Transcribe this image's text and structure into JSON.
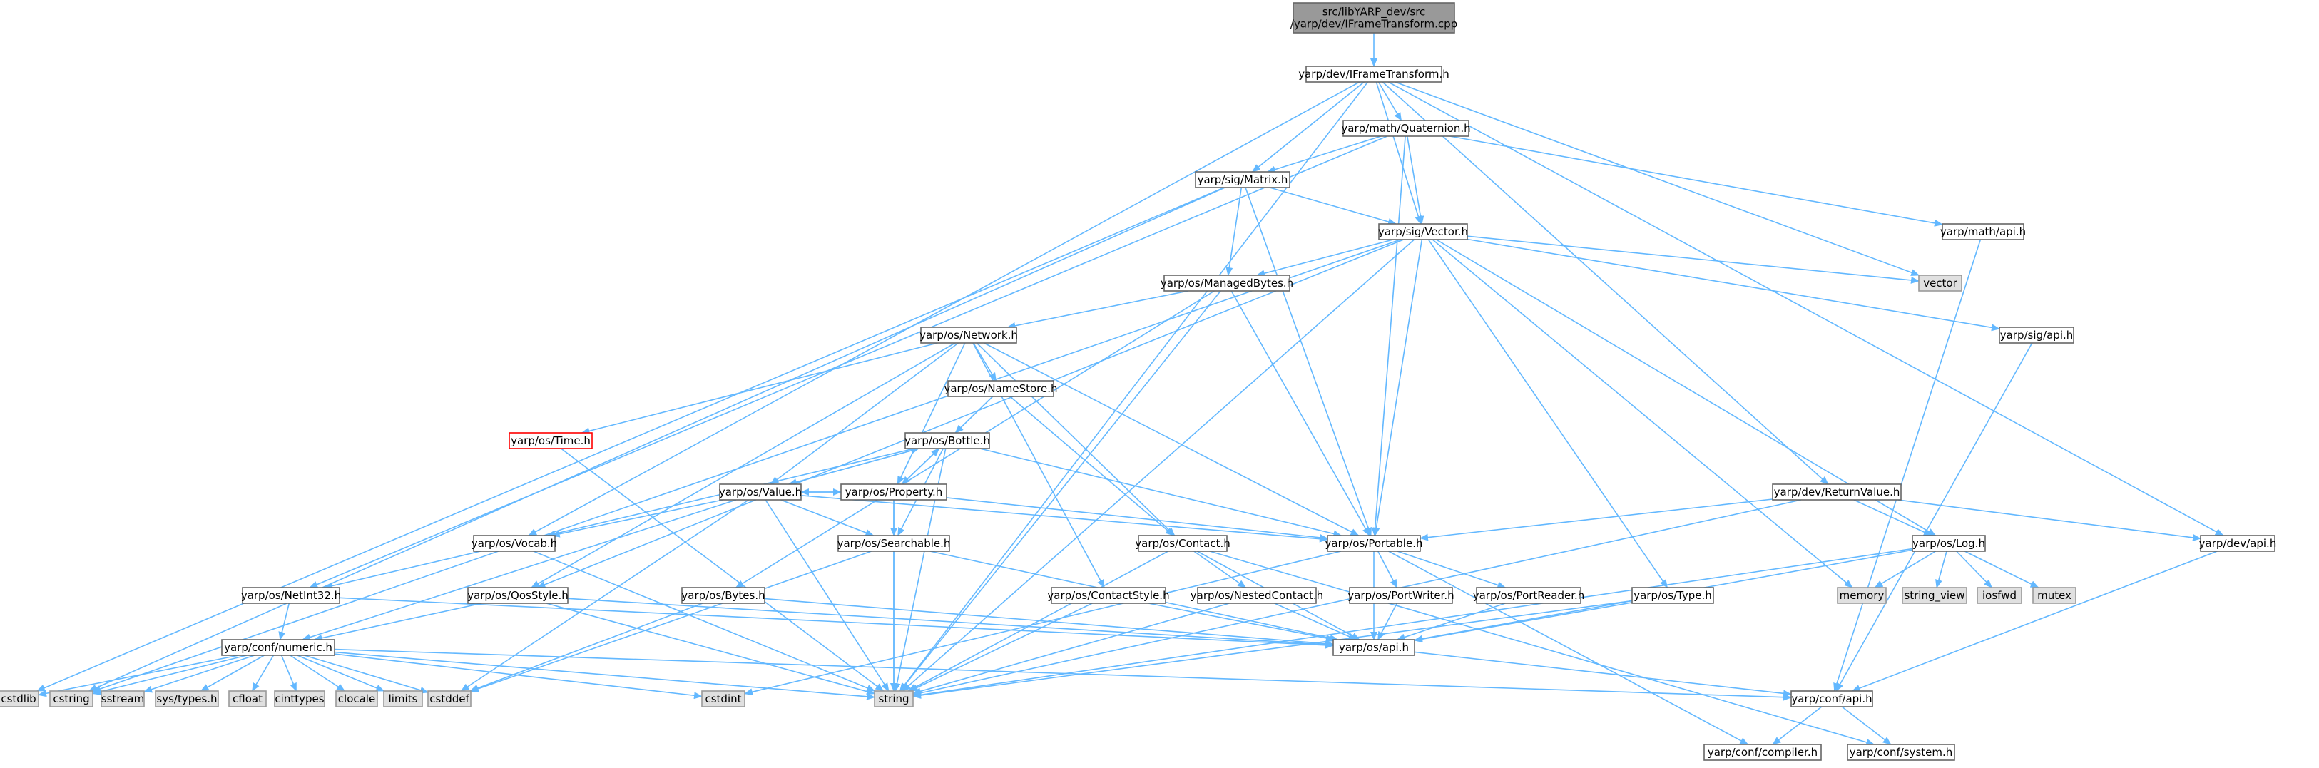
{
  "graph": {
    "colors": {
      "edge": "#63b8ff",
      "node_fill": "#ffffff",
      "node_stroke": "#666666",
      "root_fill": "#999999",
      "system_fill": "#e0e0e0",
      "system_stroke": "#999999",
      "truncated_stroke": "#ff0000",
      "text": "#000000"
    },
    "nodes": [
      {
        "id": "root",
        "kind": "root",
        "lines": [
          "src/libYARP_dev/src",
          "/yarp/dev/IFrameTransform.cpp"
        ]
      },
      {
        "id": "IFrameTransform",
        "kind": "normal",
        "lines": [
          "yarp/dev/IFrameTransform.h"
        ]
      },
      {
        "id": "Quaternion",
        "kind": "normal",
        "lines": [
          "yarp/math/Quaternion.h"
        ]
      },
      {
        "id": "Matrix",
        "kind": "normal",
        "lines": [
          "yarp/sig/Matrix.h"
        ]
      },
      {
        "id": "mathapi",
        "kind": "normal",
        "lines": [
          "yarp/math/api.h"
        ]
      },
      {
        "id": "Vector",
        "kind": "normal",
        "lines": [
          "yarp/sig/Vector.h"
        ]
      },
      {
        "id": "vector",
        "kind": "system",
        "lines": [
          "vector"
        ]
      },
      {
        "id": "ManagedBytes",
        "kind": "normal",
        "lines": [
          "yarp/os/ManagedBytes.h"
        ]
      },
      {
        "id": "sigapi",
        "kind": "normal",
        "lines": [
          "yarp/sig/api.h"
        ]
      },
      {
        "id": "Network",
        "kind": "normal",
        "lines": [
          "yarp/os/Network.h"
        ]
      },
      {
        "id": "NameStore",
        "kind": "normal",
        "lines": [
          "yarp/os/NameStore.h"
        ]
      },
      {
        "id": "Time",
        "kind": "truncated",
        "lines": [
          "yarp/os/Time.h"
        ]
      },
      {
        "id": "Bottle",
        "kind": "normal",
        "lines": [
          "yarp/os/Bottle.h"
        ]
      },
      {
        "id": "Value",
        "kind": "normal",
        "lines": [
          "yarp/os/Value.h"
        ]
      },
      {
        "id": "Property",
        "kind": "normal",
        "lines": [
          "yarp/os/Property.h"
        ]
      },
      {
        "id": "ReturnValue",
        "kind": "normal",
        "lines": [
          "yarp/dev/ReturnValue.h"
        ]
      },
      {
        "id": "Vocab",
        "kind": "normal",
        "lines": [
          "yarp/os/Vocab.h"
        ]
      },
      {
        "id": "Searchable",
        "kind": "normal",
        "lines": [
          "yarp/os/Searchable.h"
        ]
      },
      {
        "id": "Contact",
        "kind": "normal",
        "lines": [
          "yarp/os/Contact.h"
        ]
      },
      {
        "id": "Portable",
        "kind": "normal",
        "lines": [
          "yarp/os/Portable.h"
        ]
      },
      {
        "id": "Log",
        "kind": "normal",
        "lines": [
          "yarp/os/Log.h"
        ]
      },
      {
        "id": "devapi",
        "kind": "normal",
        "lines": [
          "yarp/dev/api.h"
        ]
      },
      {
        "id": "memory",
        "kind": "system",
        "lines": [
          "memory"
        ]
      },
      {
        "id": "string_view",
        "kind": "system",
        "lines": [
          "string_view"
        ]
      },
      {
        "id": "iosfwd",
        "kind": "system",
        "lines": [
          "iosfwd"
        ]
      },
      {
        "id": "mutex",
        "kind": "system",
        "lines": [
          "mutex"
        ]
      },
      {
        "id": "NetInt32",
        "kind": "normal",
        "lines": [
          "yarp/os/NetInt32.h"
        ]
      },
      {
        "id": "QosStyle",
        "kind": "normal",
        "lines": [
          "yarp/os/QosStyle.h"
        ]
      },
      {
        "id": "Bytes",
        "kind": "normal",
        "lines": [
          "yarp/os/Bytes.h"
        ]
      },
      {
        "id": "ContactStyle",
        "kind": "normal",
        "lines": [
          "yarp/os/ContactStyle.h"
        ]
      },
      {
        "id": "NestedContact",
        "kind": "normal",
        "lines": [
          "yarp/os/NestedContact.h"
        ]
      },
      {
        "id": "PortWriter",
        "kind": "normal",
        "lines": [
          "yarp/os/PortWriter.h"
        ]
      },
      {
        "id": "PortReader",
        "kind": "normal",
        "lines": [
          "yarp/os/PortReader.h"
        ]
      },
      {
        "id": "Type",
        "kind": "normal",
        "lines": [
          "yarp/os/Type.h"
        ]
      },
      {
        "id": "osapi",
        "kind": "normal",
        "lines": [
          "yarp/os/api.h"
        ]
      },
      {
        "id": "numeric",
        "kind": "normal",
        "lines": [
          "yarp/conf/numeric.h"
        ]
      },
      {
        "id": "confapi",
        "kind": "normal",
        "lines": [
          "yarp/conf/api.h"
        ]
      },
      {
        "id": "cstdlib",
        "kind": "system",
        "lines": [
          "cstdlib"
        ]
      },
      {
        "id": "cstring",
        "kind": "system",
        "lines": [
          "cstring"
        ]
      },
      {
        "id": "sstream",
        "kind": "system",
        "lines": [
          "sstream"
        ]
      },
      {
        "id": "systypes",
        "kind": "system",
        "lines": [
          "sys/types.h"
        ]
      },
      {
        "id": "cfloat",
        "kind": "system",
        "lines": [
          "cfloat"
        ]
      },
      {
        "id": "cinttypes",
        "kind": "system",
        "lines": [
          "cinttypes"
        ]
      },
      {
        "id": "clocale",
        "kind": "system",
        "lines": [
          "clocale"
        ]
      },
      {
        "id": "limits",
        "kind": "system",
        "lines": [
          "limits"
        ]
      },
      {
        "id": "cstddef",
        "kind": "system",
        "lines": [
          "cstddef"
        ]
      },
      {
        "id": "cstdint",
        "kind": "system",
        "lines": [
          "cstdint"
        ]
      },
      {
        "id": "string",
        "kind": "system",
        "lines": [
          "string"
        ]
      },
      {
        "id": "compiler",
        "kind": "normal",
        "lines": [
          "yarp/conf/compiler.h"
        ]
      },
      {
        "id": "system",
        "kind": "normal",
        "lines": [
          "yarp/conf/system.h"
        ]
      }
    ],
    "edges": [
      [
        "root",
        "IFrameTransform"
      ],
      [
        "IFrameTransform",
        "Quaternion"
      ],
      [
        "IFrameTransform",
        "Matrix"
      ],
      [
        "IFrameTransform",
        "Vector"
      ],
      [
        "IFrameTransform",
        "vector"
      ],
      [
        "IFrameTransform",
        "Vocab"
      ],
      [
        "IFrameTransform",
        "ReturnValue"
      ],
      [
        "IFrameTransform",
        "devapi"
      ],
      [
        "IFrameTransform",
        "string"
      ],
      [
        "Quaternion",
        "Matrix"
      ],
      [
        "Quaternion",
        "Vector"
      ],
      [
        "Quaternion",
        "mathapi"
      ],
      [
        "Quaternion",
        "Portable"
      ],
      [
        "Quaternion",
        "NetInt32"
      ],
      [
        "Matrix",
        "Vector"
      ],
      [
        "Matrix",
        "ManagedBytes"
      ],
      [
        "Matrix",
        "Portable"
      ],
      [
        "Matrix",
        "cstring"
      ],
      [
        "Matrix",
        "cstdlib"
      ],
      [
        "mathapi",
        "confapi"
      ],
      [
        "Vector",
        "vector"
      ],
      [
        "Vector",
        "ManagedBytes"
      ],
      [
        "Vector",
        "sigapi"
      ],
      [
        "Vector",
        "Portable"
      ],
      [
        "Vector",
        "Log"
      ],
      [
        "Vector",
        "Type"
      ],
      [
        "Vector",
        "memory"
      ],
      [
        "Vector",
        "string"
      ],
      [
        "Vector",
        "QosStyle"
      ],
      [
        "Vector",
        "cstring"
      ],
      [
        "ManagedBytes",
        "Network"
      ],
      [
        "ManagedBytes",
        "Bytes"
      ],
      [
        "ManagedBytes",
        "Portable"
      ],
      [
        "ManagedBytes",
        "string"
      ],
      [
        "sigapi",
        "confapi"
      ],
      [
        "Network",
        "NameStore"
      ],
      [
        "Network",
        "Time"
      ],
      [
        "Network",
        "Value"
      ],
      [
        "Network",
        "Property"
      ],
      [
        "Network",
        "Contact"
      ],
      [
        "Network",
        "ContactStyle"
      ],
      [
        "Network",
        "Portable"
      ],
      [
        "Network",
        "QosStyle"
      ],
      [
        "NameStore",
        "Bottle"
      ],
      [
        "NameStore",
        "Contact"
      ],
      [
        "Time",
        "string"
      ],
      [
        "Bottle",
        "Value"
      ],
      [
        "Bottle",
        "Property"
      ],
      [
        "Bottle",
        "Searchable"
      ],
      [
        "Bottle",
        "Portable"
      ],
      [
        "Bottle",
        "Vocab"
      ],
      [
        "Bottle",
        "string"
      ],
      [
        "Value",
        "Bottle"
      ],
      [
        "Value",
        "Property"
      ],
      [
        "Value",
        "Vocab"
      ],
      [
        "Value",
        "Searchable"
      ],
      [
        "Value",
        "Portable"
      ],
      [
        "Value",
        "numeric"
      ],
      [
        "Value",
        "cstddef"
      ],
      [
        "Value",
        "string"
      ],
      [
        "Property",
        "Bottle"
      ],
      [
        "Property",
        "Value"
      ],
      [
        "Property",
        "Searchable"
      ],
      [
        "Property",
        "Portable"
      ],
      [
        "Property",
        "string"
      ],
      [
        "ReturnValue",
        "Portable"
      ],
      [
        "ReturnValue",
        "Log"
      ],
      [
        "ReturnValue",
        "devapi"
      ],
      [
        "ReturnValue",
        "string"
      ],
      [
        "Vocab",
        "NetInt32"
      ],
      [
        "Vocab",
        "string"
      ],
      [
        "Searchable",
        "osapi"
      ],
      [
        "Searchable",
        "string"
      ],
      [
        "Searchable",
        "cstddef"
      ],
      [
        "Contact",
        "NestedContact"
      ],
      [
        "Contact",
        "osapi"
      ],
      [
        "Contact",
        "string"
      ],
      [
        "Contact",
        "system"
      ],
      [
        "Portable",
        "PortWriter"
      ],
      [
        "Portable",
        "PortReader"
      ],
      [
        "Portable",
        "osapi"
      ],
      [
        "Portable",
        "compiler"
      ],
      [
        "Portable",
        "cstdint"
      ],
      [
        "Log",
        "memory"
      ],
      [
        "Log",
        "string_view"
      ],
      [
        "Log",
        "iosfwd"
      ],
      [
        "Log",
        "mutex"
      ],
      [
        "Log",
        "osapi"
      ],
      [
        "Log",
        "string"
      ],
      [
        "devapi",
        "confapi"
      ],
      [
        "NetInt32",
        "numeric"
      ],
      [
        "NetInt32",
        "osapi"
      ],
      [
        "QosStyle",
        "osapi"
      ],
      [
        "QosStyle",
        "string"
      ],
      [
        "QosStyle",
        "numeric"
      ],
      [
        "Bytes",
        "osapi"
      ],
      [
        "Bytes",
        "cstddef"
      ],
      [
        "ContactStyle",
        "osapi"
      ],
      [
        "ContactStyle",
        "string"
      ],
      [
        "NestedContact",
        "osapi"
      ],
      [
        "NestedContact",
        "string"
      ],
      [
        "PortWriter",
        "osapi"
      ],
      [
        "PortReader",
        "osapi"
      ],
      [
        "Type",
        "osapi"
      ],
      [
        "Type",
        "string"
      ],
      [
        "osapi",
        "confapi"
      ],
      [
        "numeric",
        "confapi"
      ],
      [
        "numeric",
        "cstdlib"
      ],
      [
        "numeric",
        "cstring"
      ],
      [
        "numeric",
        "sstream"
      ],
      [
        "numeric",
        "systypes"
      ],
      [
        "numeric",
        "cfloat"
      ],
      [
        "numeric",
        "cinttypes"
      ],
      [
        "numeric",
        "clocale"
      ],
      [
        "numeric",
        "limits"
      ],
      [
        "numeric",
        "cstddef"
      ],
      [
        "numeric",
        "cstdint"
      ],
      [
        "numeric",
        "string"
      ],
      [
        "confapi",
        "compiler"
      ],
      [
        "confapi",
        "system"
      ]
    ]
  }
}
